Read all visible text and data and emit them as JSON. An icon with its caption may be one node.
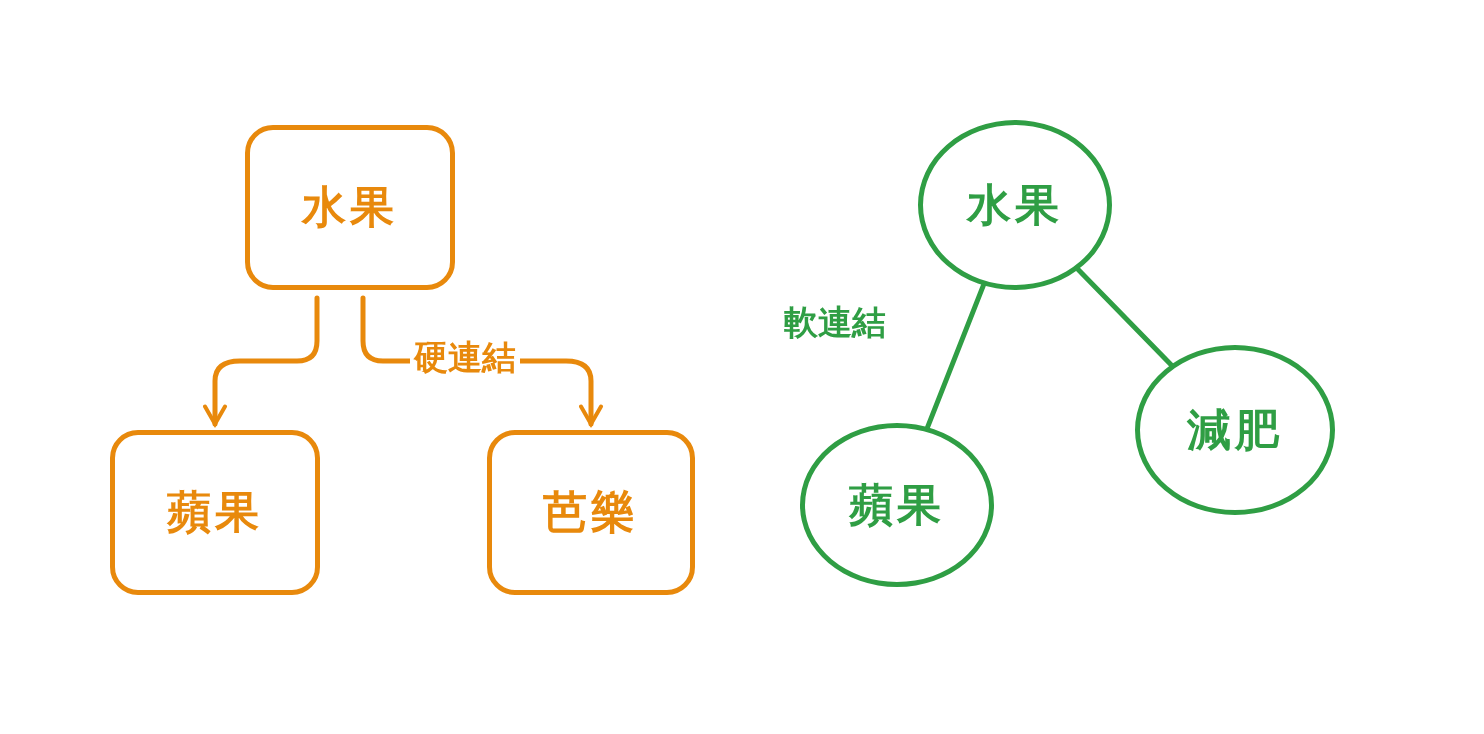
{
  "diagram": {
    "nodes": [
      {
        "text": [
          "水果"
        ]
      },
      {
        "text": [
          "蘋果"
        ]
      },
      {
        "text": [
          "芭樂"
        ]
      },
      {
        "text": [
          "水果"
        ]
      },
      {
        "text": [
          "蘋果"
        ]
      },
      {
        "text": [
          "減肥"
        ]
      }
    ],
    "edges": [
      {
        "from": 0,
        "to": 1,
        "arrow": "to",
        "color": "#e8890c"
      },
      {
        "from": 0,
        "to": 2,
        "arrow": "to",
        "label": "硬連結",
        "color": "#e8890c"
      },
      {
        "from": 3,
        "to": 4,
        "arrow": "none",
        "label": "軟連結",
        "color": "#2f9e44"
      },
      {
        "from": 3,
        "to": 5,
        "arrow": "none",
        "color": "#2f9e44"
      }
    ]
  }
}
